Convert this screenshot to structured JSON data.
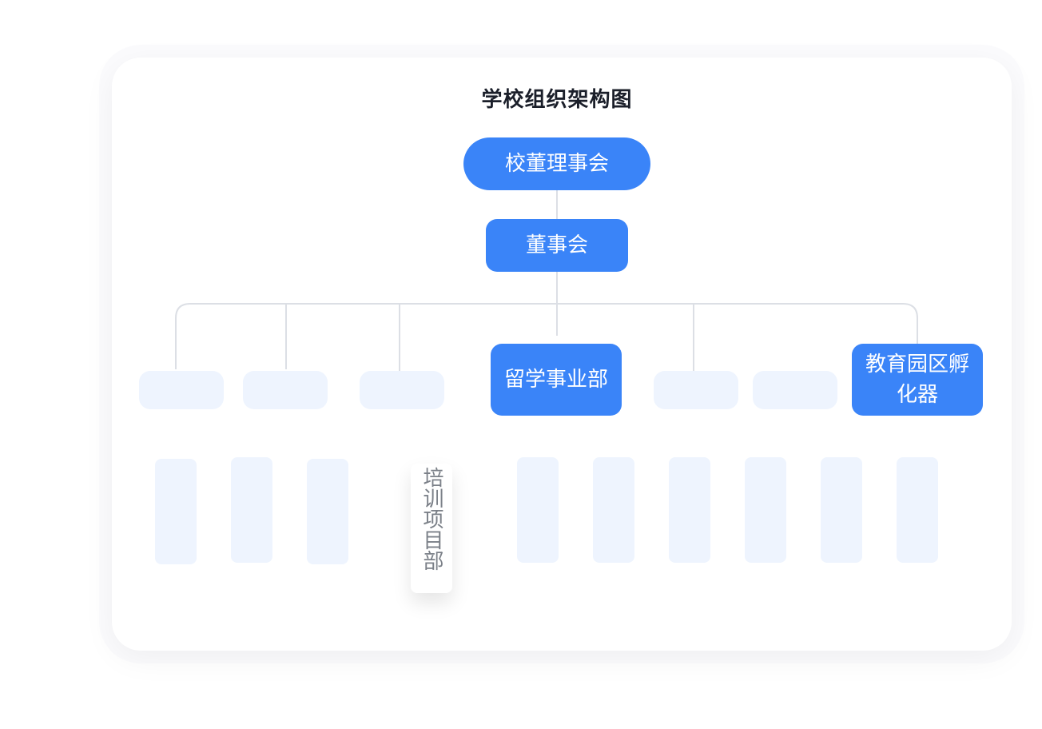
{
  "title": "学校组织架构图",
  "nodes": {
    "root": "校董理事会",
    "board": "董事会",
    "dept_study_abroad": "留学事业部",
    "dept_incubator": "教育园区孵化器",
    "training_project": "培训项目部"
  },
  "colors": {
    "primary": "#3a84f8",
    "placeholder": "#eef4fe",
    "connector": "#dcdfe5",
    "title_text": "#1b1f2a",
    "muted_text": "#7b8088"
  }
}
